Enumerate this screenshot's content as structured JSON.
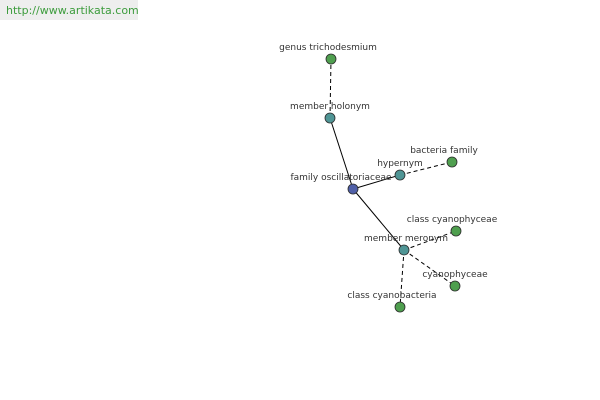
{
  "banner": {
    "url": "http://www.artikata.com"
  },
  "colors": {
    "center_node": "#5060a8",
    "relation_node": "#4f9595",
    "leaf_node": "#4f9f4f",
    "edge": "#000000"
  },
  "graph": {
    "nodes": [
      {
        "id": "genus-trichodesmium",
        "label": "genus trichodesmium",
        "kind": "leaf"
      },
      {
        "id": "member-holonym",
        "label": "member holonym",
        "kind": "relation"
      },
      {
        "id": "bacteria-family",
        "label": "bacteria family",
        "kind": "leaf"
      },
      {
        "id": "hypernym",
        "label": "hypernym",
        "kind": "relation"
      },
      {
        "id": "family-oscillatoriaceae",
        "label": "family oscillatoriaceae",
        "kind": "center"
      },
      {
        "id": "class-cyanophyceae",
        "label": "class cyanophyceae",
        "kind": "leaf"
      },
      {
        "id": "member-meronym",
        "label": "member meronym",
        "kind": "relation"
      },
      {
        "id": "cyanophyceae",
        "label": "cyanophyceae",
        "kind": "leaf"
      },
      {
        "id": "class-cyanobacteria",
        "label": "class cyanobacteria",
        "kind": "leaf"
      }
    ],
    "edges": [
      {
        "from": "member-holonym",
        "to": "genus-trichodesmium",
        "style": "dashed"
      },
      {
        "from": "family-oscillatoriaceae",
        "to": "member-holonym",
        "style": "solid"
      },
      {
        "from": "family-oscillatoriaceae",
        "to": "hypernym",
        "style": "solid"
      },
      {
        "from": "hypernym",
        "to": "bacteria-family",
        "style": "dashed"
      },
      {
        "from": "family-oscillatoriaceae",
        "to": "member-meronym",
        "style": "solid"
      },
      {
        "from": "member-meronym",
        "to": "class-cyanophyceae",
        "style": "dashed"
      },
      {
        "from": "member-meronym",
        "to": "cyanophyceae",
        "style": "dashed"
      },
      {
        "from": "member-meronym",
        "to": "class-cyanobacteria",
        "style": "dashed"
      }
    ]
  }
}
